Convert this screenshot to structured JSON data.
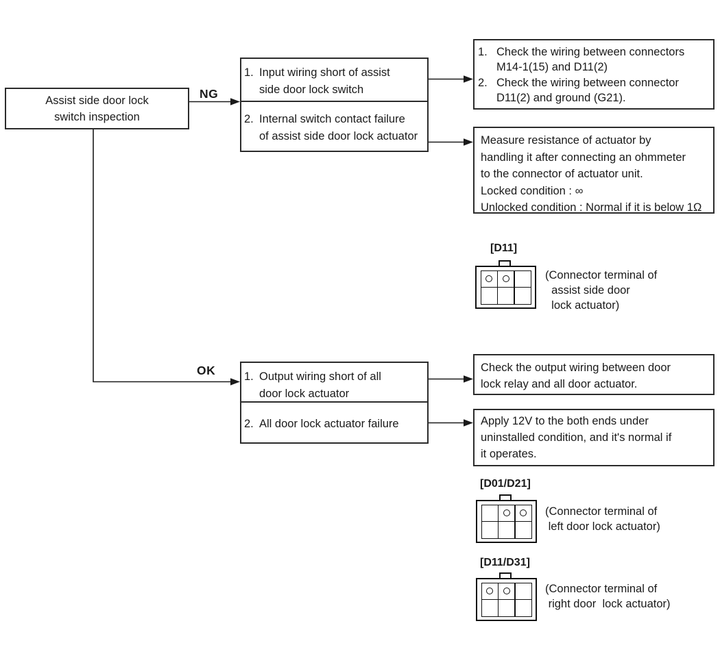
{
  "style": {
    "ink": "#1a1a1a",
    "background": "#ffffff"
  },
  "start_box": {
    "text": "Assist side door lock\nswitch inspection"
  },
  "ng_branch": {
    "label": "NG",
    "cause_box": {
      "items": [
        {
          "num": "1.",
          "text": "Input wiring short of assist\nside door lock switch"
        },
        {
          "num": "2.",
          "text": "Internal switch contact failure\nof assist side door lock actuator"
        }
      ]
    },
    "action_boxes": [
      {
        "items": [
          {
            "num": "1.",
            "text": "Check the wiring between connectors\nM14-1(15) and D11(2)"
          },
          {
            "num": "2.",
            "text": "Check the wiring between connector\nD11(2) and ground (G21)."
          }
        ]
      },
      {
        "text": "Measure resistance of actuator by\nhandling it after connecting an ohmmeter\nto the connector of actuator unit.\nLocked condition : ∞\nUnlocked condition : Normal if it is below 1Ω"
      }
    ]
  },
  "ok_branch": {
    "label": "OK",
    "cause_box": {
      "items": [
        {
          "num": "1.",
          "text": "Output wiring short of all\ndoor lock actuator"
        },
        {
          "num": "2.",
          "text": "All door lock actuator failure"
        }
      ]
    },
    "action_boxes": [
      {
        "text": "Check the output wiring between door\nlock relay and all door actuator."
      },
      {
        "text": "Apply 12V to the both ends under\nuninstalled condition, and it's normal if\nit operates."
      }
    ]
  },
  "connectors": [
    {
      "id": "[D11]",
      "caption": "(Connector terminal of\n  assist side door\n  lock actuator)",
      "pins": [
        1,
        2
      ]
    },
    {
      "id": "[D01/D21]",
      "caption": "(Connector terminal of\n left door lock actuator)",
      "pins": [
        2,
        3
      ]
    },
    {
      "id": "[D11/D31]",
      "caption": "(Connector terminal of\n right door  lock actuator)",
      "pins": [
        1,
        2
      ]
    }
  ]
}
